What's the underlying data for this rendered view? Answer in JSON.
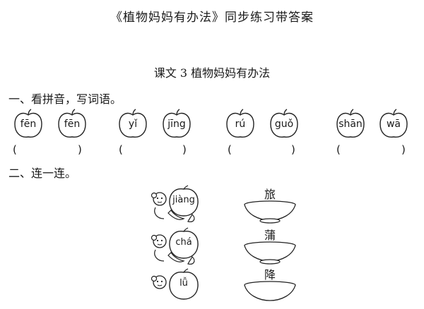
{
  "title": "《植物妈妈有办法》同步练习带答案",
  "lesson_title": "课文 3  植物妈妈有办法",
  "section1": {
    "heading": "一、看拼音，写词语。",
    "apples": [
      "fēn",
      "fēn",
      "yǐ",
      "jīng",
      "rú",
      "guǒ",
      "shān",
      "wā"
    ],
    "parens": [
      "(",
      ")",
      "(",
      ")",
      "(",
      ")",
      "(",
      ")"
    ]
  },
  "section2": {
    "heading": "二、连一连。",
    "pinyin": [
      "jiàng",
      "chá",
      "lǚ"
    ],
    "characters": [
      "旅",
      "蒲",
      "降"
    ]
  }
}
